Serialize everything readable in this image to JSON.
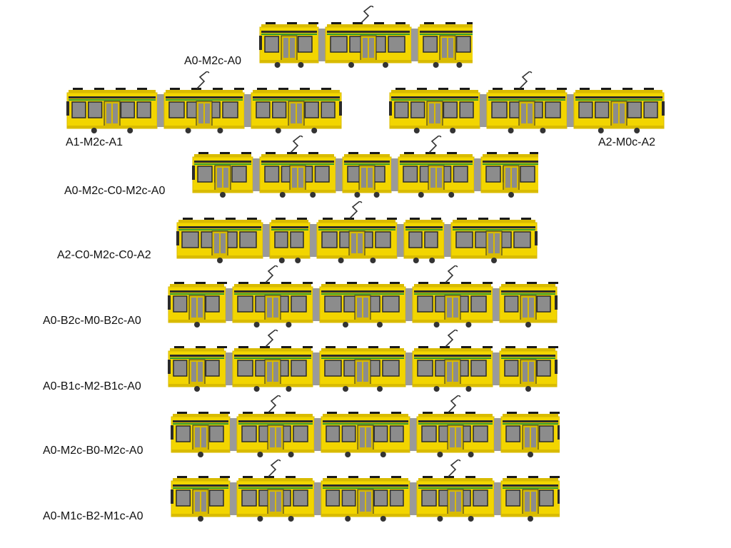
{
  "colors": {
    "body": "#f2d500",
    "body_dark": "#d9bb00",
    "roof": "#1a1a1a",
    "window": "#8c8c8c",
    "window_frame": "#2b2b2b",
    "joint": "#9a9a9a",
    "stripe": "#2f9a2f",
    "wheel": "#333333",
    "pantograph": "#333333"
  },
  "trams": [
    {
      "label": "A0-M2c-A0",
      "modules": [
        "A0",
        "M2c",
        "A0"
      ]
    },
    {
      "label": "A1-M2c-A1",
      "modules": [
        "A1",
        "M2c",
        "A1"
      ]
    },
    {
      "label": "A2-M0c-A2",
      "modules": [
        "A2",
        "M0c",
        "A2"
      ]
    },
    {
      "label": "A0-M2c-C0-M2c-A0",
      "modules": [
        "A0",
        "M2c",
        "C0",
        "M2c",
        "A0"
      ]
    },
    {
      "label": "A2-C0-M2c-C0-A2",
      "modules": [
        "A2",
        "C0",
        "M2c",
        "C0",
        "A2"
      ]
    },
    {
      "label": "A0-B2c-M0-B2c-A0",
      "modules": [
        "A0",
        "B2c",
        "M0",
        "B2c",
        "A0"
      ]
    },
    {
      "label": "A0-B1c-M2-B1c-A0",
      "modules": [
        "A0",
        "B1c",
        "M2",
        "B1c",
        "A0"
      ]
    },
    {
      "label": "A0-M2c-B0-M2c-A0",
      "modules": [
        "A0",
        "M2c",
        "B0",
        "M2c",
        "A0"
      ]
    },
    {
      "label": "A0-M1c-B2-M1c-A0",
      "modules": [
        "A0",
        "M1c",
        "B2",
        "M1c",
        "A0"
      ]
    }
  ]
}
